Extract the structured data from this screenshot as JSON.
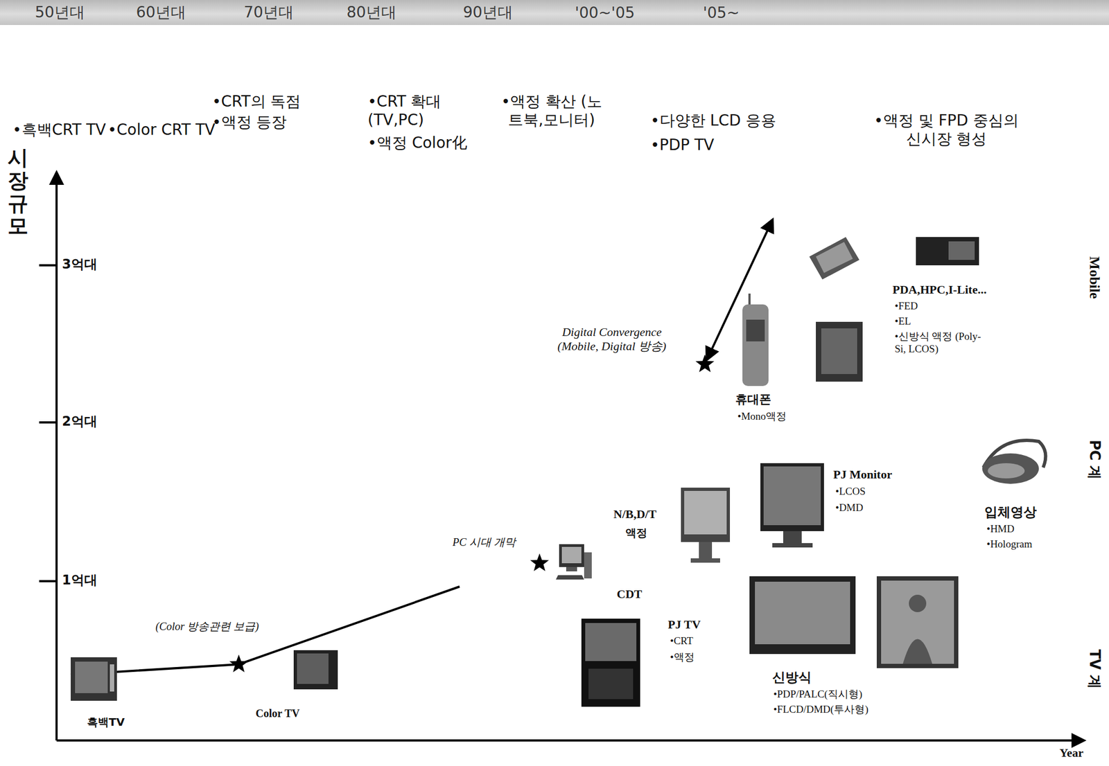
{
  "diagram": {
    "nodes": [
      {
        "text": [
          "50년대",
          "60년대",
          "70년대",
          "80년대",
          "90년대",
          "'00~'05",
          "'05~"
        ]
      }
    ],
    "labels": [
      "•흑백CRT TV",
      "•Color CRT TV",
      "•CRT의 독점",
      "•액정 등장",
      "•CRT 확대 (TV,PC)",
      "•액정 Color化",
      "•액정 확산 (노트북,모니터)",
      "•다양한 LCD 응용",
      "•PDP TV",
      "•액정 및 FPD 중심의 신시장 형성",
      "시장규모",
      "3억대",
      "2억대",
      "1억대",
      "Year",
      "Mobile",
      "PC 계",
      "TV 계",
      "흑백TV",
      "(Color 방송관련 보급)",
      "Color TV",
      "PC 시대 개막",
      "CDT",
      "PJ TV",
      "•CRT",
      "•액정",
      "N/B,D/T",
      "액정",
      "PJ Monitor",
      "•LCOS",
      "•DMD",
      "신방식",
      "•PDP/PALC(직시형)",
      "•FLCD/DMD(투사형)",
      "입체영상",
      "•HMD",
      "•Hologram",
      "Digital Convergence (Mobile, Digital 방송)",
      "휴대폰",
      "•Mono액정",
      "PDA,HPC,I-Lite...",
      "•FED",
      "•EL",
      "•신방식 액정 (Poly-Si, LCOS)"
    ]
  }
}
